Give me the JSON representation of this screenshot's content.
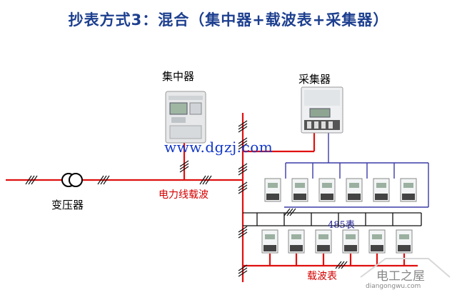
{
  "title": "抄表方式3：混合（集中器+载波表+采集器）",
  "labels": {
    "concentrator": "集中器",
    "collector": "采集器",
    "transformer": "变压器",
    "plc": "电力线载波",
    "rs485_meters": "485表",
    "plc_meters": "载波表"
  },
  "site_url": "www.dgzj.com",
  "watermark": {
    "name": "电工之屋",
    "url": "diangongwu.com"
  },
  "colors": {
    "power_line": "#e01010",
    "rs485_line": "#3a3aa8",
    "bus_line": "#000000",
    "title": "#1d3f8f"
  }
}
